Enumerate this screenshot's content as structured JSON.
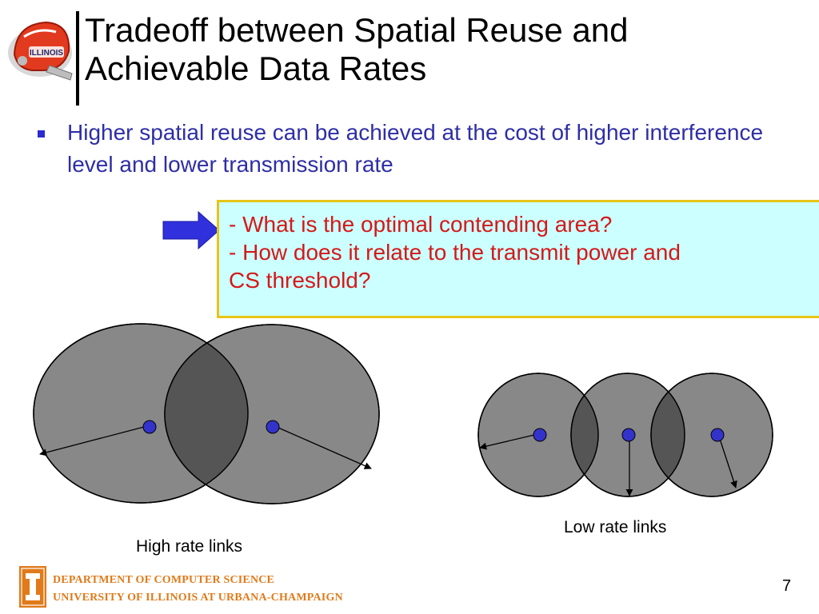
{
  "slide": {
    "title_lines": [
      "Tradeoff between Spatial Reuse and",
      "Achievable Data Rates"
    ],
    "bullet": "Higher spatial reuse can be achieved at the cost of higher interference level and lower transmission rate",
    "callout_lines": [
      "- What is the optimal contending area?",
      "- How does it relate to the transmit power and",
      "CS threshold?"
    ],
    "caption_high": "High rate links",
    "caption_low": "Low rate links",
    "page_number": "7"
  },
  "footer": {
    "department": "DEPARTMENT OF COMPUTER SCIENCE",
    "university": "UNIVERSITY OF ILLINOIS AT URBANA-CHAMPAIGN"
  },
  "icons": {
    "header_logo": "illinois-helmet-icon",
    "footer_logo": "illinois-block-i-icon",
    "arrow": "right-arrow-icon"
  },
  "colors": {
    "bullet_text": "#2e2ea6",
    "callout_text": "#d41919",
    "callout_bg": "#ccffff",
    "callout_border": "#e8c417",
    "circle_fill": "#888888",
    "overlap_fill": "#555555",
    "node_fill": "#3333cc",
    "footer_text": "#e07a1a"
  }
}
